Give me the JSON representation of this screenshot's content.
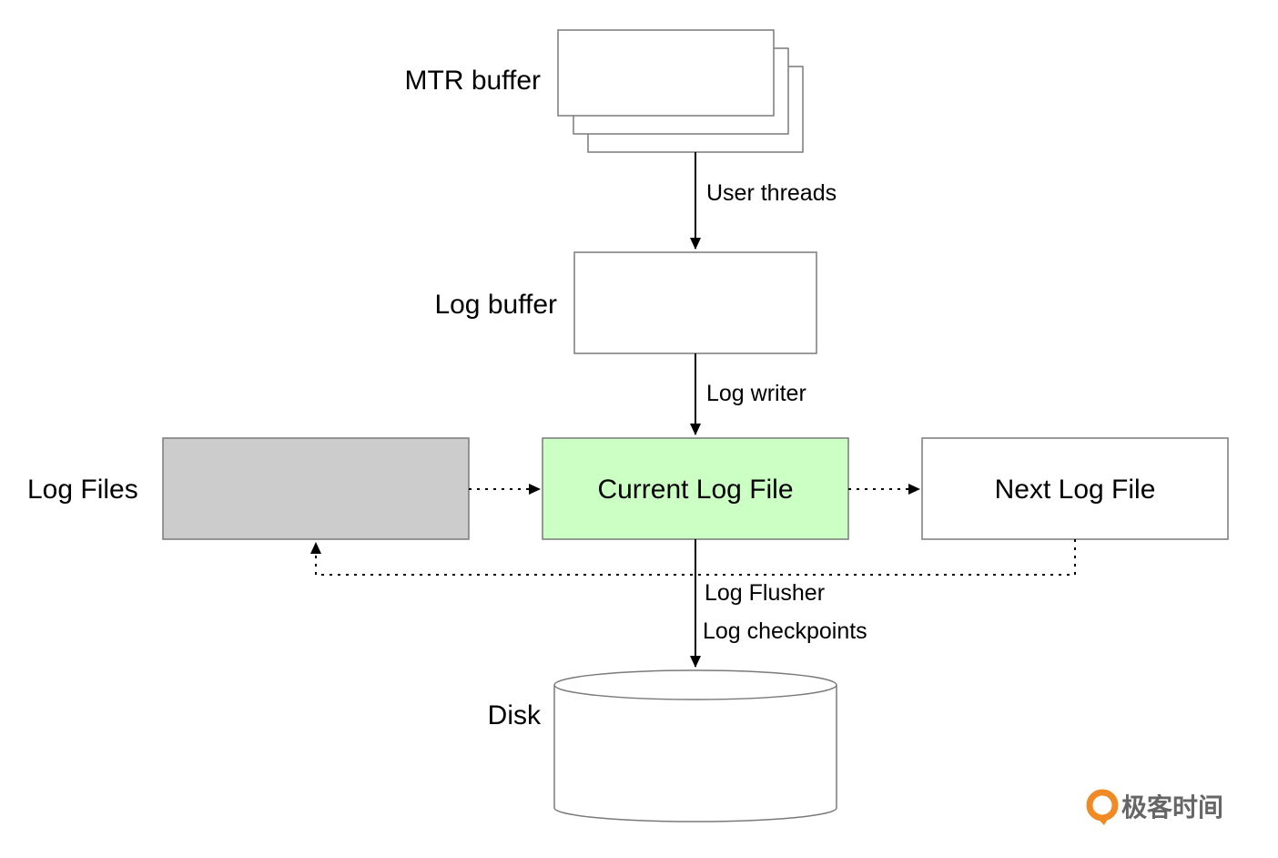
{
  "nodes": {
    "mtr_buffer": {
      "label": "MTR buffer"
    },
    "log_buffer": {
      "label": "Log buffer"
    },
    "log_files": {
      "label": "Log Files"
    },
    "current_log_file": {
      "label": "Current Log File"
    },
    "next_log_file": {
      "label": "Next Log File"
    },
    "disk": {
      "label": "Disk"
    }
  },
  "edges": {
    "user_threads": {
      "label": "User threads",
      "from": "mtr_buffer",
      "to": "log_buffer",
      "style": "solid"
    },
    "log_writer": {
      "label": "Log writer",
      "from": "log_buffer",
      "to": "current_log_file",
      "style": "solid"
    },
    "log_flusher": {
      "label": "Log Flusher",
      "from": "current_log_file",
      "to": "disk",
      "style": "solid"
    },
    "log_checkpoints": {
      "label": "Log checkpoints",
      "from": "current_log_file",
      "to": "disk",
      "style": "solid"
    },
    "files_to_current": {
      "from": "log_files",
      "to": "current_log_file",
      "style": "dotted"
    },
    "current_to_next": {
      "from": "current_log_file",
      "to": "next_log_file",
      "style": "dotted"
    },
    "next_to_files": {
      "from": "next_log_file",
      "to": "log_files",
      "style": "dotted"
    }
  },
  "colors": {
    "current_fill": "#ccffc4",
    "log_files_fill": "#cccccc",
    "default_fill": "#ffffff",
    "logo_orange": "#f08a24"
  },
  "logo": {
    "text": "极客时间",
    "icon": "geektime-logo-icon"
  }
}
